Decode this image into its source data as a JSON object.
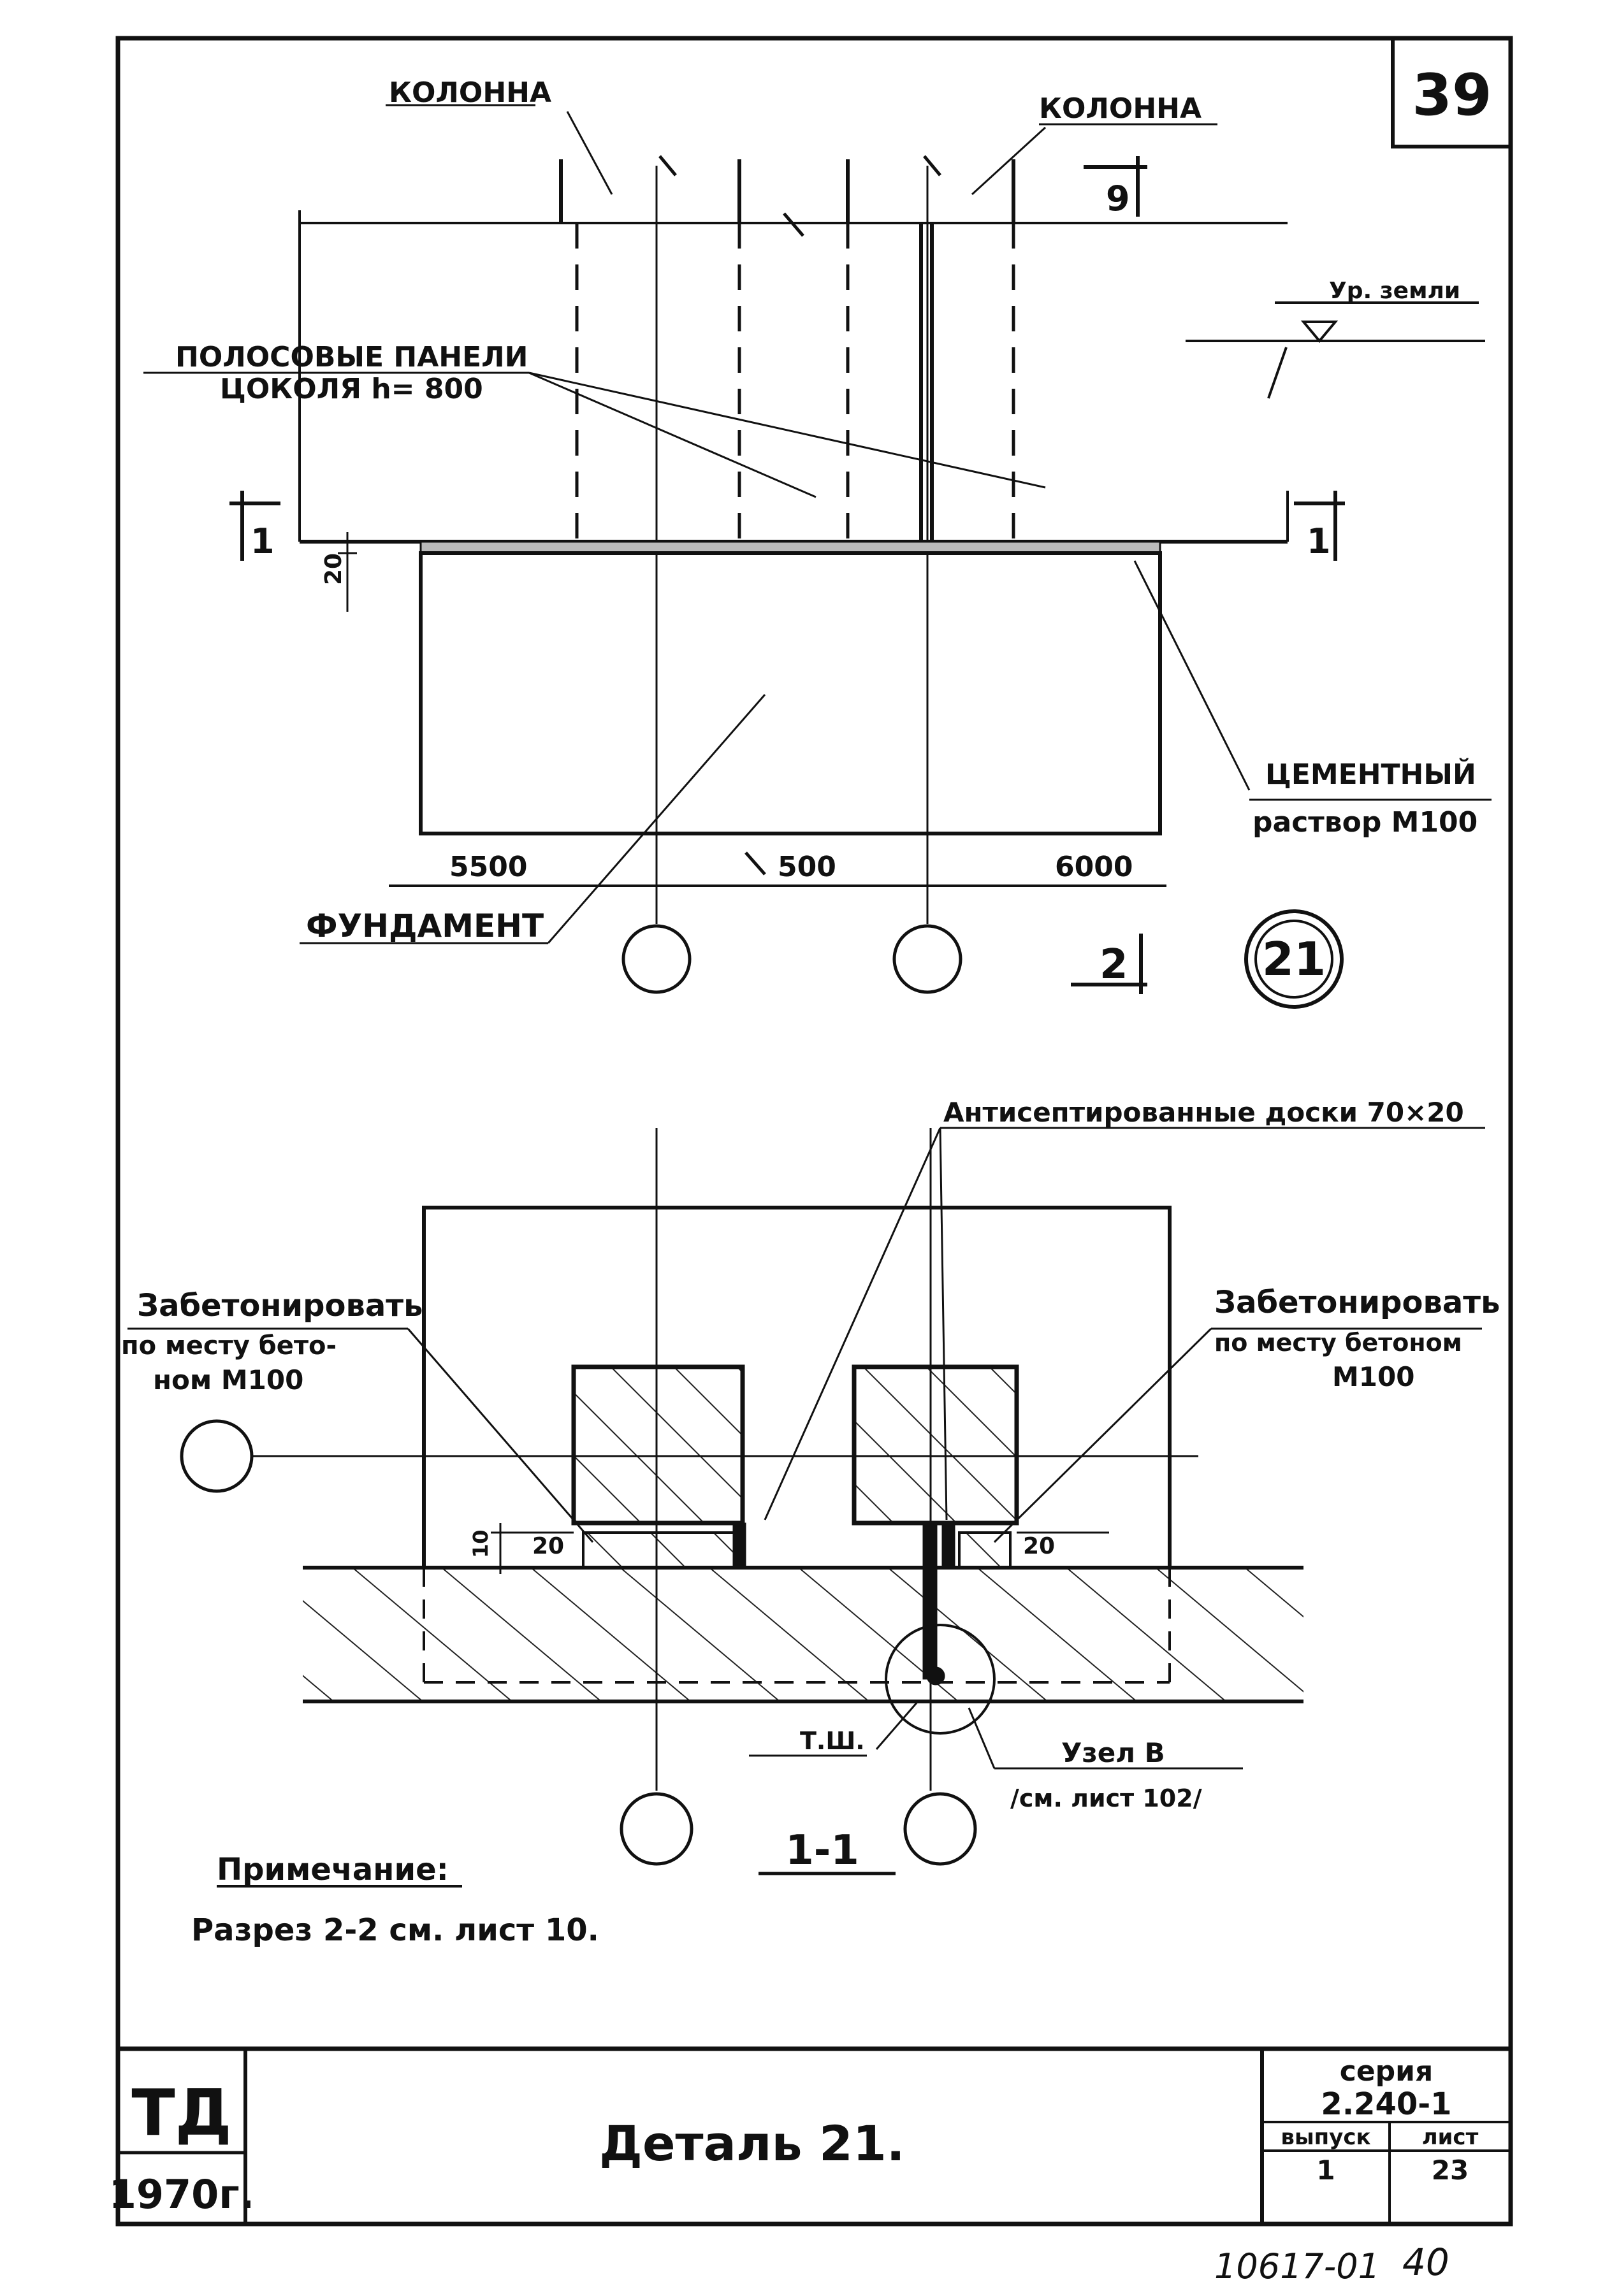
{
  "sheet_number": "39",
  "plan": {
    "column_left_label": "КОЛОННА",
    "column_right_label": "КОЛОННА",
    "panels_label_line1": "ПОЛОСОВЫЕ ПАНЕЛИ",
    "panels_label_line2": "ЦОКОЛЯ h= 800",
    "ground_level_label": "Ур. земли",
    "dim_20": "20",
    "mortar_label_line1": "ЦЕМЕНТНЫЙ",
    "mortar_label_line2": "раствор М100",
    "foundation_label": "ФУНДАМЕНТ",
    "dim_left": "5500",
    "dim_middle": "500",
    "dim_right": "6000",
    "section_mark_top": "9",
    "section_mark_left": "1",
    "section_mark_right": "1",
    "section_mark_bottom": "2",
    "detail_number": "21"
  },
  "section": {
    "boards_label": "Антисептированные доски 70×20",
    "concrete_left_line1": "Забетонировать",
    "concrete_left_line2": "по месту бето-",
    "concrete_left_line3": "ном М100",
    "concrete_right_line1": "Забетонировать",
    "concrete_right_line2": "по месту бетоном",
    "concrete_right_line3": "М100",
    "dim_10": "10",
    "dim_20_left": "20",
    "dim_20_right": "20",
    "tn_label": "Т.Ш.",
    "node_label_line1": "Узел В",
    "node_label_line2": "/см. лист 102/",
    "title": "1-1"
  },
  "note": {
    "heading": "Примечание:",
    "text": "Разрез 2-2 см. лист 10."
  },
  "title_block": {
    "logo": "ТД",
    "year": "1970г.",
    "title": "Деталь 21.",
    "series_label": "серия",
    "series_value": "2.240-1",
    "issue_label": "выпуск",
    "issue_value": "1",
    "sheet_label": "лист",
    "sheet_value": "23"
  },
  "stamp": {
    "archive_number": "10617-01",
    "page": "40"
  }
}
